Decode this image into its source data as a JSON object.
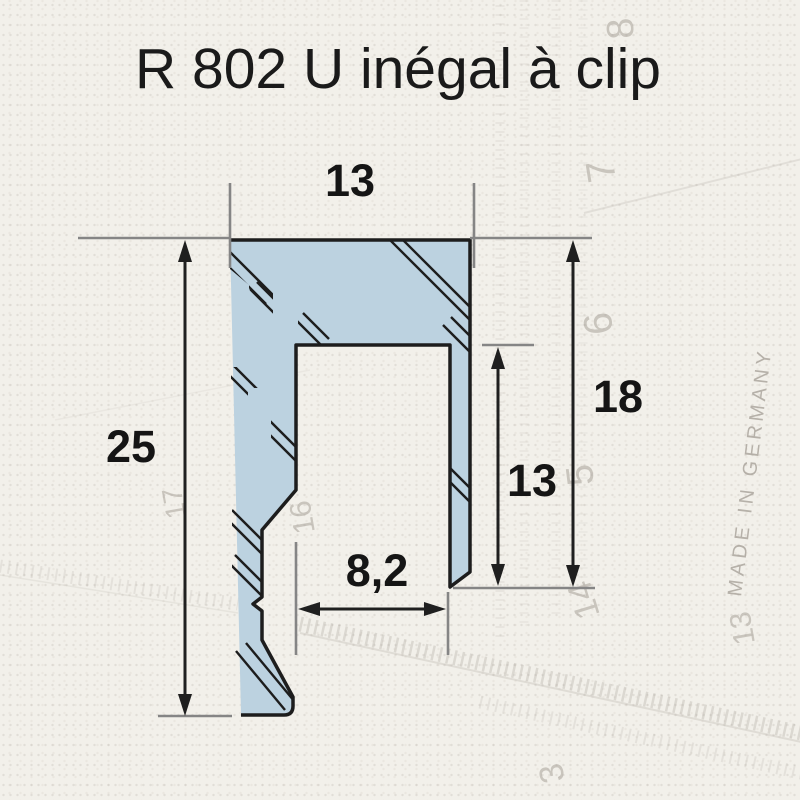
{
  "title": "R 802 U inégal à clip",
  "dimensions": {
    "top_width": "13",
    "left_height": "25",
    "right_height": "18",
    "inner_height": "13",
    "gap_width": "8,2"
  },
  "ruler": {
    "made_in": "MADE IN GERMANY",
    "numbers": {
      "n8": "8",
      "n7": "7",
      "n6": "6",
      "n5": "5",
      "n14": "14",
      "n3": "3",
      "n13": "13",
      "n16": "16",
      "n17": "17"
    }
  },
  "colors": {
    "bg": "#f2f0ea",
    "ink": "#1d1d1d",
    "fill": "#bcd2e0",
    "dim": "#1f1f1f",
    "tick": "#858585",
    "ruler": "#a8a29a"
  }
}
